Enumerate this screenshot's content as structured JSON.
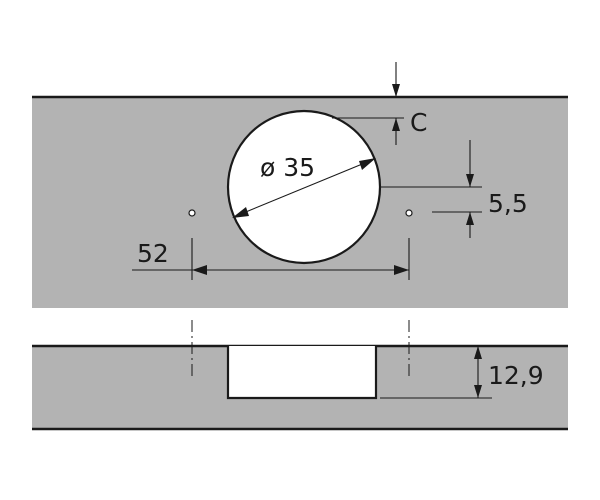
{
  "diagram": {
    "colors": {
      "panel": "#b3b3b3",
      "cutout": "#ffffff",
      "line": "#1a1a1a"
    },
    "dimensions": {
      "cup_diameter": "ø 35",
      "edge_distance": "C",
      "screw_offset": "5,5",
      "screw_spacing": "52",
      "cup_depth": "12,9"
    }
  }
}
